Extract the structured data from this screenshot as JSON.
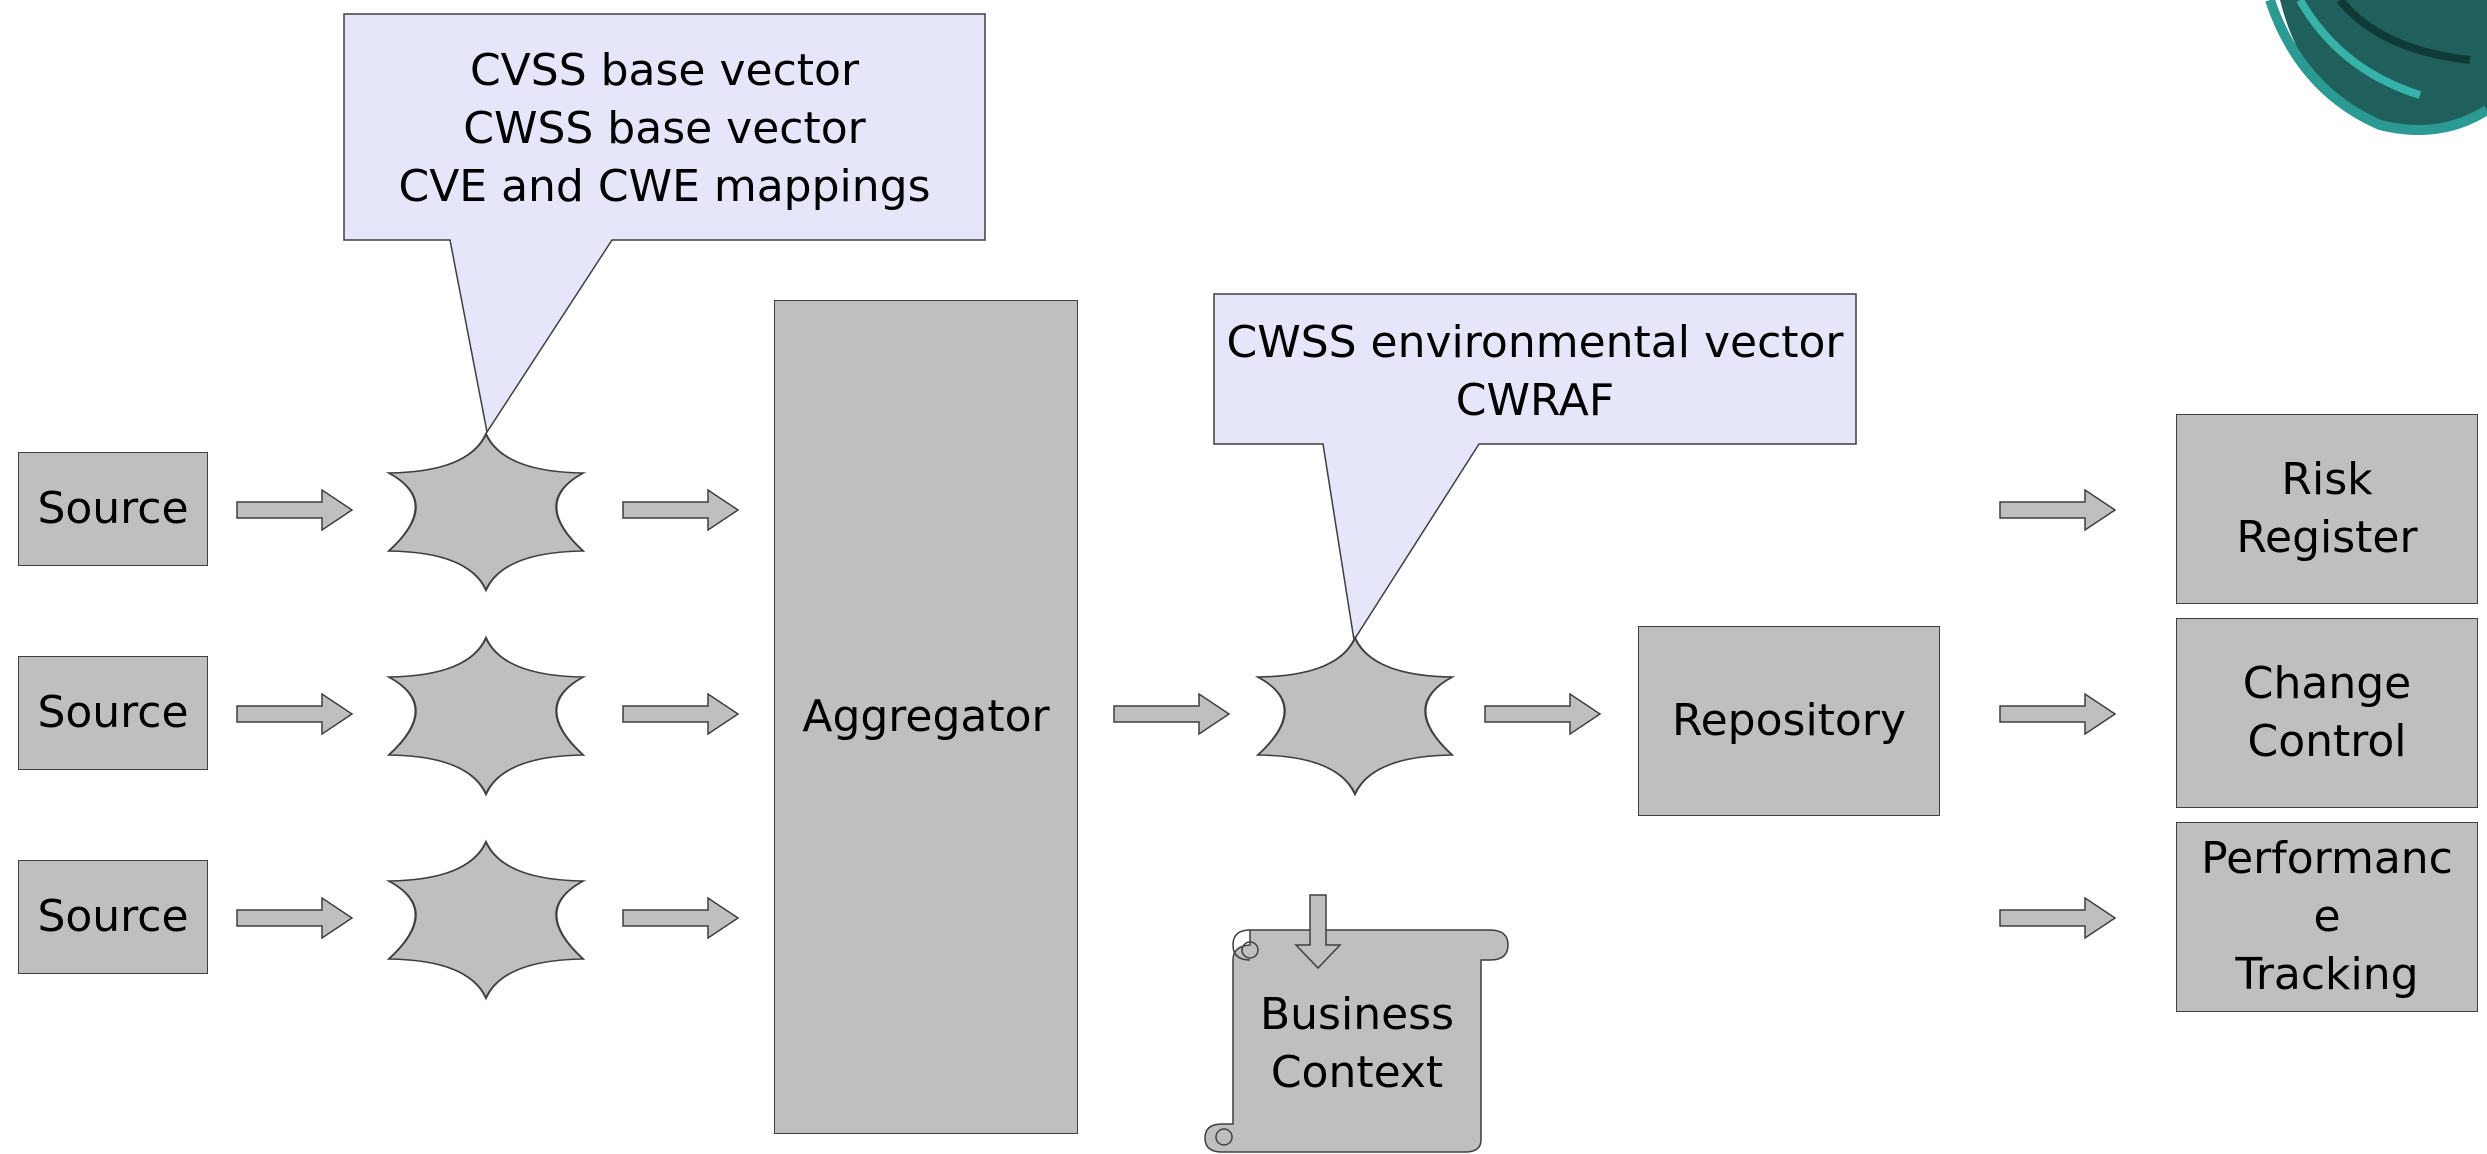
{
  "callout_top": {
    "lines": [
      "CVSS base vector",
      "CWSS base vector",
      "CVE and CWE mappings"
    ]
  },
  "callout_mid": {
    "lines": [
      "CWSS environmental vector",
      "CWRAF"
    ]
  },
  "sources": [
    "Source",
    "Source",
    "Source"
  ],
  "aggregator": "Aggregator",
  "repository": "Repository",
  "business_context": {
    "lines": [
      "Business",
      "Context"
    ]
  },
  "outputs": [
    {
      "lines": [
        "Risk",
        "Register"
      ]
    },
    {
      "lines": [
        "Change",
        "Control"
      ]
    },
    {
      "lines": [
        "Performanc",
        "e",
        "Tracking"
      ]
    }
  ],
  "colors": {
    "box_fill": "#bfbfbf",
    "callout_fill": "#e6e6fa",
    "stroke": "#3f3f3f"
  }
}
